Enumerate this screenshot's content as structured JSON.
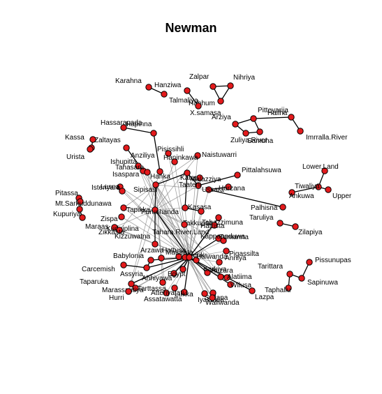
{
  "title": "Newman",
  "colors": {
    "node_fill": "#e31a1c",
    "node_stroke": "#000000",
    "edge": "#000000",
    "edge_light": "#888888"
  },
  "nodes": [
    "Karahna",
    "Hanziwa",
    "Talmaliya",
    "Zalpar",
    "Nihriya",
    "Hahhum",
    "X.samasa",
    "Arziya",
    "Pitteyarija",
    "Haiiha",
    "Zuliya.River",
    "Samuha",
    "Imrralla.River",
    "Hassarapada",
    "Hapinna",
    "Kassa",
    "Zaltayas",
    "Urista",
    "Anziliya",
    "Pisissihli",
    "Naistuwarri",
    "Haninkawa",
    "Ishupitta",
    "Tahasara",
    "Isaspara",
    "Hanka",
    "Lusna",
    "Isteriyara",
    "Sipisasi",
    "Katapa",
    "Malazziya",
    "Taateni",
    "Ussara",
    "Hurzana",
    "Pittalahsuwa",
    "Lower.Land",
    "Tiwaliya",
    "Ankuwa",
    "Upper",
    "Pitassa",
    "Mt.Sarkuddunawa",
    "Tapikka",
    "Zispa",
    "Purushanda",
    "Kasasa",
    "Takkupsa",
    "Tahara.River.Land",
    "Tabazzimuna",
    "Hatrista",
    "Kappaanduwa",
    "Tumanna",
    "Kuduiplina",
    "Zikkasta",
    "Kizzuwatna",
    "Palhisna",
    "Taruliya",
    "Zilapiya",
    "Babylonia",
    "Arzawa",
    "Hattusa",
    "Maturata",
    "Nerik",
    "Halwanda",
    "Pigassilta",
    "Anniya",
    "Ahhiyawa",
    "Egypt",
    "Carcemish",
    "Assyria",
    "Taparuka",
    "Marassantiya",
    "Hurri",
    "Tarttassa",
    "Assatawatta",
    "Atteriyatata",
    "Lukka",
    "Karkiya",
    "Anzara",
    "Alatiima",
    "Wilusa",
    "Sallapa",
    "Iyalanda",
    "Wallwanda",
    "Tarittara",
    "Pissunupas",
    "Sapinuwa",
    "Lazpa",
    "Taphallu",
    "Maraas",
    "Kupuriya"
  ]
}
